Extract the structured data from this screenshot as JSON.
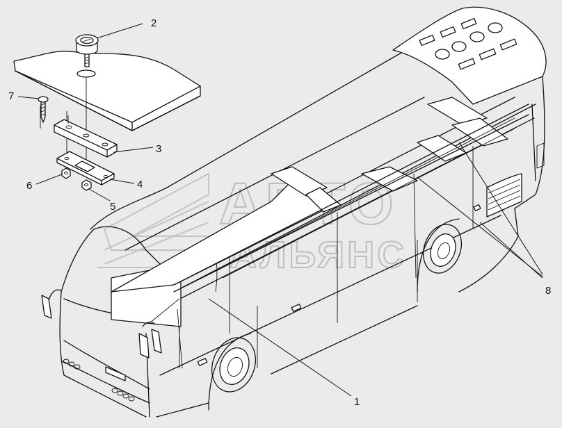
{
  "callouts": [
    {
      "id": "1",
      "text": "1"
    },
    {
      "id": "2",
      "text": "2"
    },
    {
      "id": "3",
      "text": "3"
    },
    {
      "id": "4",
      "text": "4"
    },
    {
      "id": "5",
      "text": "5"
    },
    {
      "id": "6",
      "text": "6"
    },
    {
      "id": "7",
      "text": "7"
    },
    {
      "id": "8",
      "text": "8"
    }
  ],
  "watermark": {
    "line1": "АВТО",
    "line2": "АЛЬЯНС"
  },
  "colors": {
    "background": "#ebebeb",
    "line": "#111111",
    "watermark": "#bdbdbd"
  }
}
